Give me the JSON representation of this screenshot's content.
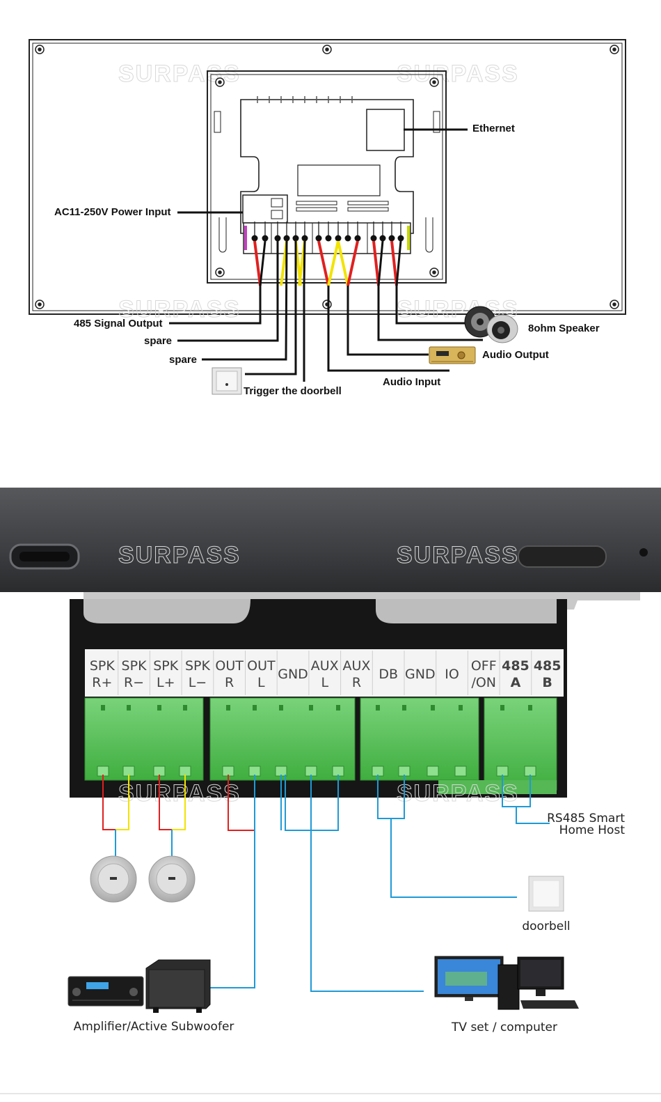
{
  "watermark": "SURPASS",
  "top_diagram": {
    "labels": {
      "ethernet": "Ethernet",
      "power": "AC11-250V Power Input",
      "signal485": "485 Signal Output",
      "spare1": "spare",
      "spare2": "spare",
      "doorbell": "Trigger the doorbell",
      "audio_input": "Audio Input",
      "audio_output": "Audio Output",
      "speaker": "8ohm Speaker"
    }
  },
  "bottom_diagram": {
    "terminals": [
      {
        "top": "SPK",
        "bottom": "R+"
      },
      {
        "top": "SPK",
        "bottom": "R−"
      },
      {
        "top": "SPK",
        "bottom": "L+"
      },
      {
        "top": "SPK",
        "bottom": "L−"
      },
      {
        "top": "OUT",
        "bottom": "R"
      },
      {
        "top": "OUT",
        "bottom": "L"
      },
      {
        "top": "GND",
        "bottom": ""
      },
      {
        "top": "AUX",
        "bottom": "L"
      },
      {
        "top": "AUX",
        "bottom": "R"
      },
      {
        "top": "DB",
        "bottom": ""
      },
      {
        "top": "GND",
        "bottom": ""
      },
      {
        "top": "IO",
        "bottom": ""
      },
      {
        "top": "OFF",
        "bottom": "/ON"
      },
      {
        "top": "485",
        "bottom": "A"
      },
      {
        "top": "485",
        "bottom": "B"
      }
    ],
    "labels": {
      "rs485_line1": "RS485 Smart",
      "rs485_line2": "Home Host",
      "doorbell": "doorbell",
      "amplifier": "Amplifier/Active Subwoofer",
      "tv": "TV set / computer"
    }
  }
}
